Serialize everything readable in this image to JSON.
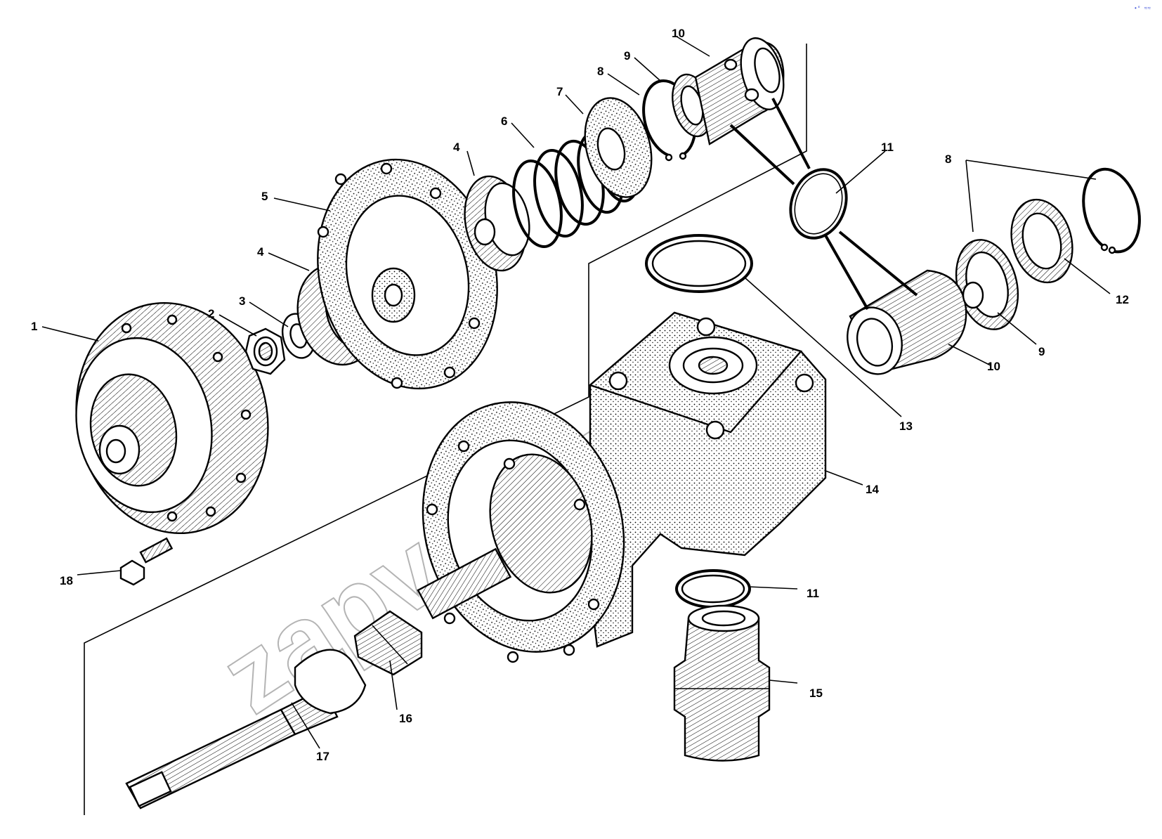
{
  "diagram": {
    "watermark": "zapvaz.ru",
    "corner_mark": "•° ≈≈",
    "labels": {
      "p1": "1",
      "p2": "2",
      "p3": "3",
      "p4a": "4",
      "p4b": "4",
      "p5": "5",
      "p6": "6",
      "p7": "7",
      "p8a": "8",
      "p8b": "8",
      "p9a": "9",
      "p9b": "9",
      "p10a": "10",
      "p10b": "10",
      "p11a": "11",
      "p11b": "11",
      "p12": "12",
      "p13": "13",
      "p14": "14",
      "p15": "15",
      "p16": "16",
      "p17": "17",
      "p18": "18"
    }
  }
}
